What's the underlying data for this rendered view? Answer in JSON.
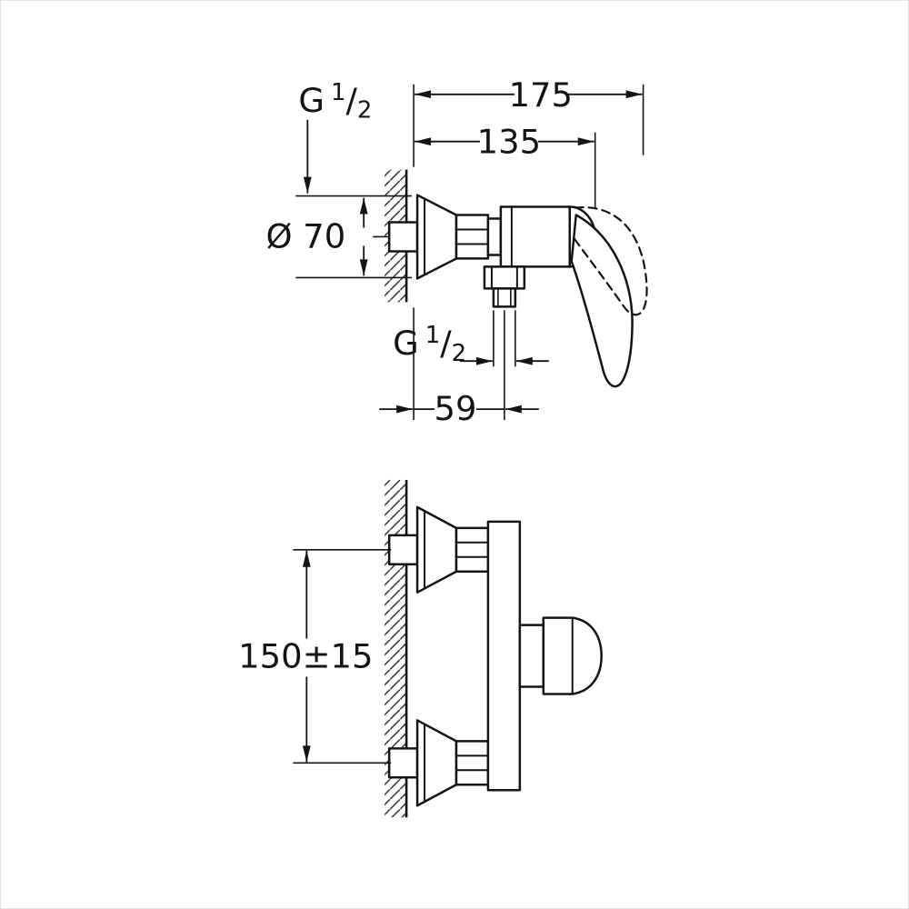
{
  "drawing": {
    "side_view": {
      "total_depth": "175",
      "body_depth": "135",
      "escutcheon_diameter": "Ø 70",
      "outlet_center_offset": "59",
      "inlet_thread": {
        "letter": "G",
        "numerator": "1",
        "slash": "/",
        "denominator": "2"
      },
      "outlet_thread": {
        "letter": "G",
        "numerator": "1",
        "slash": "/",
        "denominator": "2"
      }
    },
    "front_view": {
      "inlet_spacing": "150±15"
    }
  }
}
